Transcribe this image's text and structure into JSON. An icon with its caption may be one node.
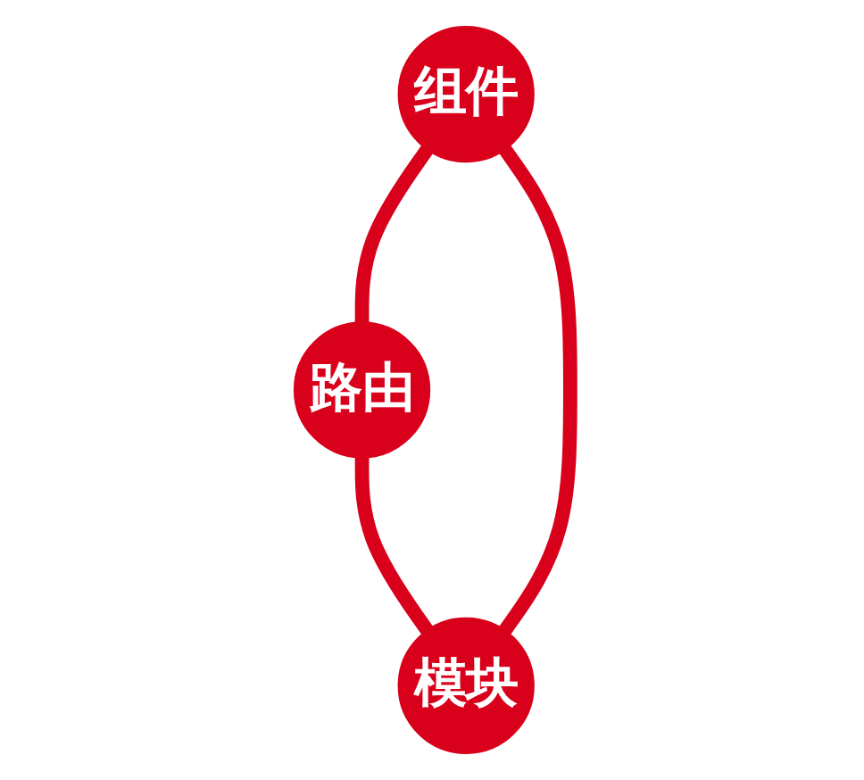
{
  "diagram": {
    "nodes": [
      {
        "text": [
          "组件"
        ]
      },
      {
        "text": [
          "路由"
        ]
      },
      {
        "text": [
          "模块"
        ]
      }
    ],
    "edges": [
      {
        "from": 0,
        "to": 1,
        "arrow": "none"
      },
      {
        "from": 1,
        "to": 2,
        "arrow": "none"
      },
      {
        "from": 2,
        "to": 0,
        "arrow": "none"
      }
    ]
  }
}
